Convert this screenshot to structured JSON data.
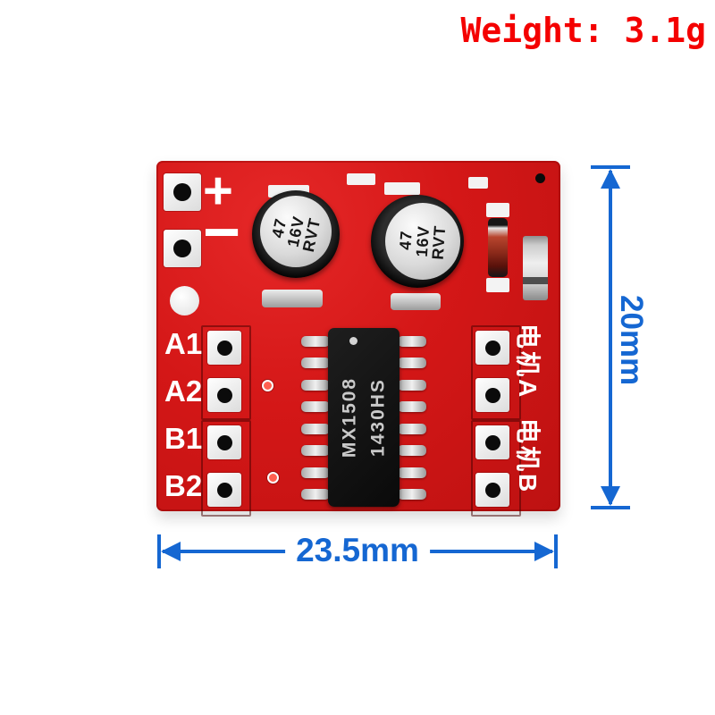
{
  "colors": {
    "board_red": "#d41717",
    "annotation_blue": "#1567d2",
    "weight_red": "#f40000",
    "background": "#ffffff"
  },
  "weight": {
    "label": "Weight: 3.1g"
  },
  "dimensions": {
    "width": "23.5mm",
    "height": "20mm"
  },
  "board": {
    "power_positive": "+",
    "power_negative": "−",
    "input_labels": [
      "A1",
      "A2",
      "B1",
      "B2"
    ],
    "output_labels": [
      "电机A",
      "电机B"
    ],
    "capacitor_marking": [
      "47",
      "16V",
      "RVT"
    ],
    "ic_marking": [
      "MX1508",
      "1430HS"
    ]
  }
}
